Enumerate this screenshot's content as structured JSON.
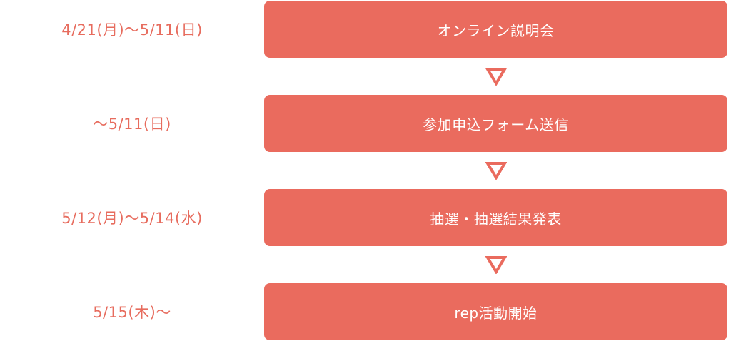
{
  "accent_color": "#ea6b5e",
  "steps": [
    {
      "date": "4/21(月)〜5/11(日)",
      "label": "オンライン説明会"
    },
    {
      "date": "〜5/11(日)",
      "label": "参加申込フォーム送信"
    },
    {
      "date": "5/12(月)〜5/14(水)",
      "label": "抽選・抽選結果発表"
    },
    {
      "date": "5/15(木)〜",
      "label": "rep活動開始"
    }
  ],
  "connector_icon": "triangle-down-outline"
}
